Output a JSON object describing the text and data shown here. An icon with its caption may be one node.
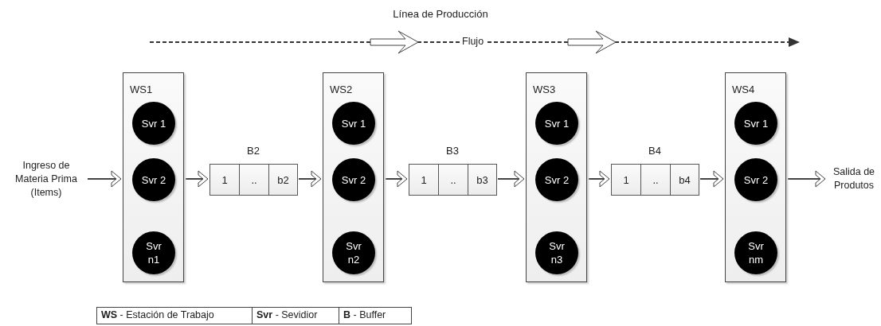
{
  "diagram": {
    "title": "Línea de Producción",
    "nodes": [
      {
        "text": [
          "Ingreso de Materia Prima (Items)"
        ]
      },
      {
        "text": [
          "WS1"
        ]
      },
      {
        "text": [
          "Svr 1"
        ],
        "in": 1
      },
      {
        "text": [
          "Svr 2"
        ],
        "in": 1
      },
      {
        "text": [
          "Svr n1"
        ],
        "in": 1
      },
      {
        "text": [
          "B2"
        ]
      },
      {
        "text": [
          "1"
        ],
        "in": 5
      },
      {
        "text": [
          ".."
        ],
        "in": 5
      },
      {
        "text": [
          "b2"
        ],
        "in": 5
      },
      {
        "text": [
          "WS2"
        ]
      },
      {
        "text": [
          "Svr 1"
        ],
        "in": 9
      },
      {
        "text": [
          "Svr 2"
        ],
        "in": 9
      },
      {
        "text": [
          "Svr n2"
        ],
        "in": 9
      },
      {
        "text": [
          "B3"
        ]
      },
      {
        "text": [
          "1"
        ],
        "in": 13
      },
      {
        "text": [
          ".."
        ],
        "in": 13
      },
      {
        "text": [
          "b3"
        ],
        "in": 13
      },
      {
        "text": [
          "WS3"
        ]
      },
      {
        "text": [
          "Svr 1"
        ],
        "in": 17
      },
      {
        "text": [
          "Svr 2"
        ],
        "in": 17
      },
      {
        "text": [
          "Svr n3"
        ],
        "in": 17
      },
      {
        "text": [
          "B4"
        ]
      },
      {
        "text": [
          "1"
        ],
        "in": 21
      },
      {
        "text": [
          ".."
        ],
        "in": 21
      },
      {
        "text": [
          "b4"
        ],
        "in": 21
      },
      {
        "text": [
          "WS4"
        ]
      },
      {
        "text": [
          "Svr 1"
        ],
        "in": 25
      },
      {
        "text": [
          "Svr 2"
        ],
        "in": 25
      },
      {
        "text": [
          "Svr nm"
        ],
        "in": 25
      },
      {
        "text": [
          "Salida de Produtos"
        ]
      }
    ],
    "edges": [
      {
        "from": 0,
        "to": 1,
        "arrow": "to"
      },
      {
        "from": 1,
        "to": 5,
        "arrow": "to"
      },
      {
        "from": 5,
        "to": 9,
        "arrow": "to"
      },
      {
        "from": 9,
        "to": 13,
        "arrow": "to"
      },
      {
        "from": 13,
        "to": 17,
        "arrow": "to"
      },
      {
        "from": 17,
        "to": 21,
        "arrow": "to"
      },
      {
        "from": 21,
        "to": 25,
        "arrow": "to"
      },
      {
        "from": 25,
        "to": 29,
        "arrow": "to"
      }
    ],
    "labels": [
      "Flujo",
      "**WS** - Estación de Trabajo",
      "**Svr** - Sevidior",
      "**B** - Buffer"
    ]
  }
}
